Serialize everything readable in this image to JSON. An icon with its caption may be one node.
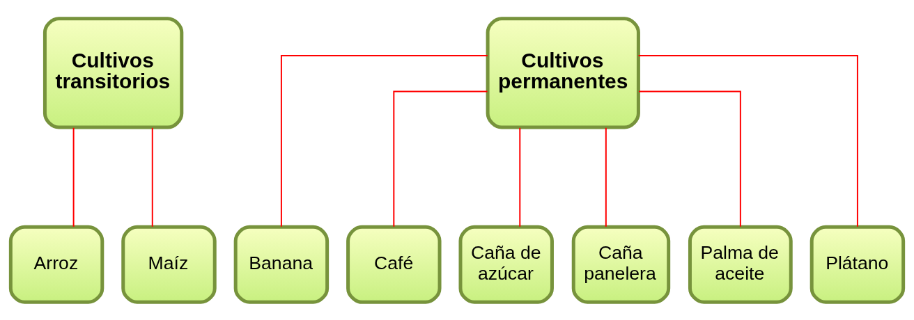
{
  "diagram": {
    "nodes": [
      {
        "text": [
          "Cultivos transitorios"
        ]
      },
      {
        "text": [
          "Cultivos permanentes"
        ]
      },
      {
        "text": [
          "Arroz"
        ]
      },
      {
        "text": [
          "Maíz"
        ]
      },
      {
        "text": [
          "Banana"
        ]
      },
      {
        "text": [
          "Café"
        ]
      },
      {
        "text": [
          "Caña de azúcar"
        ]
      },
      {
        "text": [
          "Caña panelera"
        ]
      },
      {
        "text": [
          "Palma de aceite"
        ]
      },
      {
        "text": [
          "Plátano"
        ]
      }
    ],
    "edges": [
      {
        "from": 0,
        "to": 2,
        "arrow": "none"
      },
      {
        "from": 0,
        "to": 3,
        "arrow": "none"
      },
      {
        "from": 1,
        "to": 4,
        "arrow": "none"
      },
      {
        "from": 1,
        "to": 5,
        "arrow": "none"
      },
      {
        "from": 1,
        "to": 6,
        "arrow": "none"
      },
      {
        "from": 1,
        "to": 7,
        "arrow": "none"
      },
      {
        "from": 1,
        "to": 8,
        "arrow": "none"
      },
      {
        "from": 1,
        "to": 9,
        "arrow": "none"
      }
    ]
  }
}
